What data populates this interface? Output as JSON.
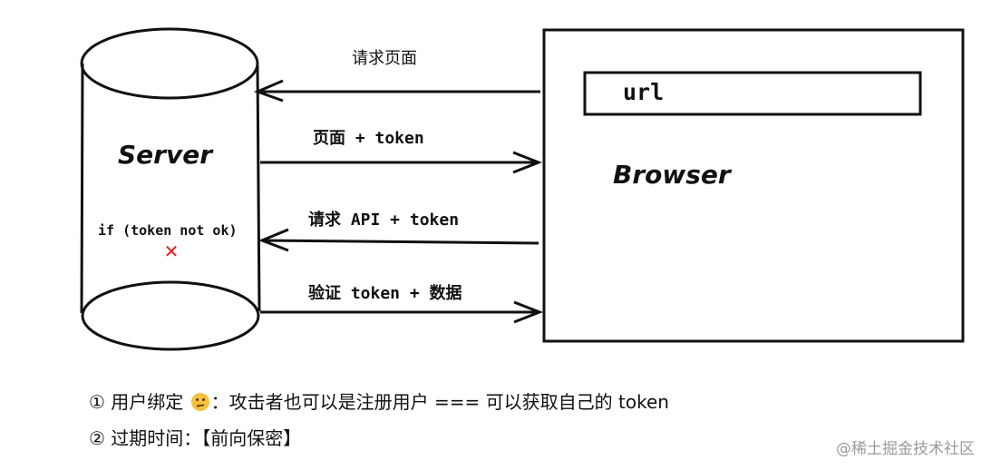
{
  "server": {
    "label": "Server",
    "condition": "if (token not ok)",
    "reject_mark": "✕",
    "reject_icon": "red-cross-icon",
    "reject_color": "#e02020"
  },
  "browser": {
    "label": "Browser",
    "url_text": "url"
  },
  "arrows": [
    {
      "label": "请求页面",
      "direction": "to-server"
    },
    {
      "label": "页面 + token",
      "direction": "to-browser"
    },
    {
      "label": "请求 API + token",
      "direction": "to-server"
    },
    {
      "label": "验证 token + 数据",
      "direction": "to-browser"
    }
  ],
  "notes": [
    {
      "marker": "①",
      "before": "用户绑定",
      "emoji": "thinking-face-icon",
      "after": "：攻击者也可以是注册用户 === 可以获取自己的 token"
    },
    {
      "marker": "②",
      "text": "过期时间：【前向保密】"
    }
  ],
  "watermark": "@稀土掘金技术社区"
}
